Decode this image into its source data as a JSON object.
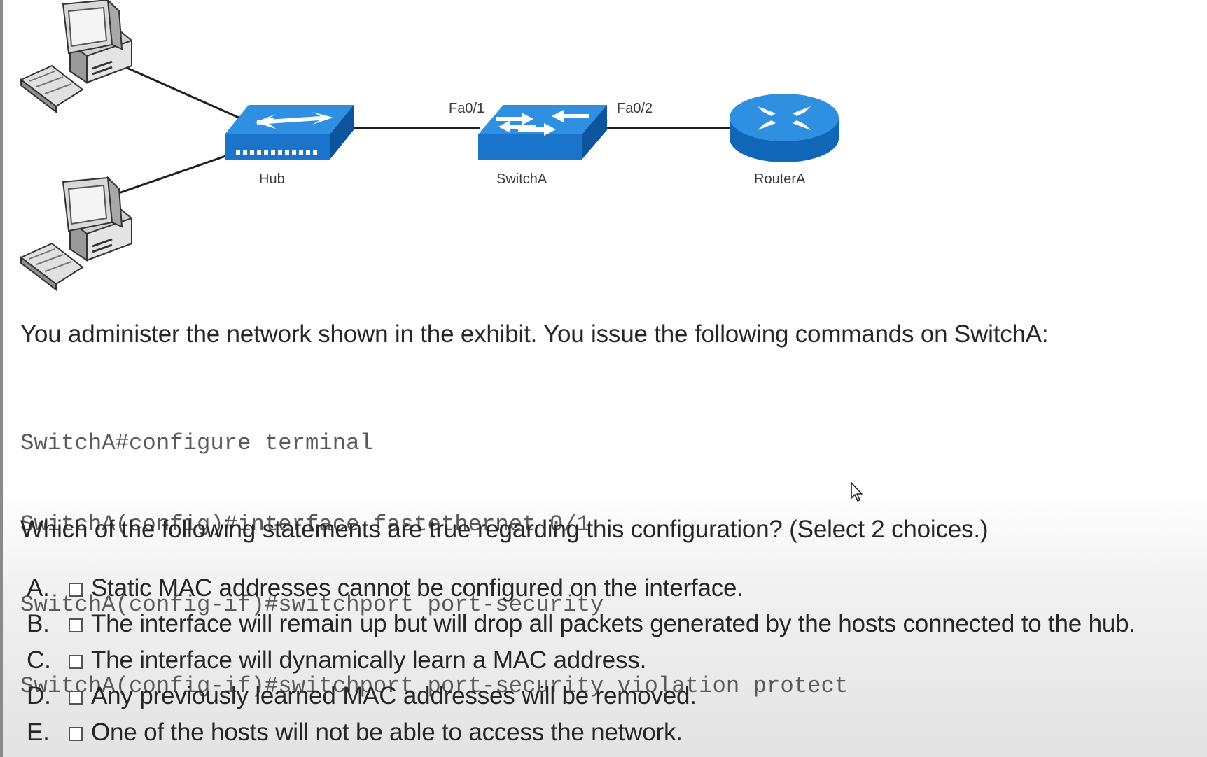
{
  "exhibit": {
    "labels": {
      "hub": "Hub",
      "switch": "SwitchA",
      "router": "RouterA",
      "port_left": "Fa0/1",
      "port_right": "Fa0/2"
    },
    "icons": [
      "pc-icon",
      "hub-icon",
      "switch-icon",
      "router-icon"
    ],
    "colors": {
      "device_blue": "#1e7fd6",
      "device_dark": "#0d5aa7",
      "link": "#1f1f1f"
    }
  },
  "question": {
    "intro": "You administer the network shown in the exhibit. You issue the following commands on SwitchA:",
    "commands": [
      "SwitchA#configure terminal",
      "SwitchA(config)#interface fastethernet 0/1",
      "SwitchA(config-if)#switchport port-security",
      "SwitchA(config-if)#switchport port-security violation protect"
    ],
    "prompt": "Which of the following statements are true regarding this configuration?  (Select 2 choices.)",
    "choices": [
      {
        "letter": "A.",
        "text": "Static MAC addresses cannot be configured on the interface.",
        "checked": false
      },
      {
        "letter": "B.",
        "text": "The interface will remain up but will drop all packets generated by the hosts connected to the hub.",
        "checked": false
      },
      {
        "letter": "C.",
        "text": "The interface will dynamically learn a MAC address.",
        "checked": false
      },
      {
        "letter": "D.",
        "text": "Any previously learned MAC addresses will be removed.",
        "checked": false
      },
      {
        "letter": "E.",
        "text": "One of the hosts will not be able to access the network.",
        "checked": false
      }
    ]
  }
}
